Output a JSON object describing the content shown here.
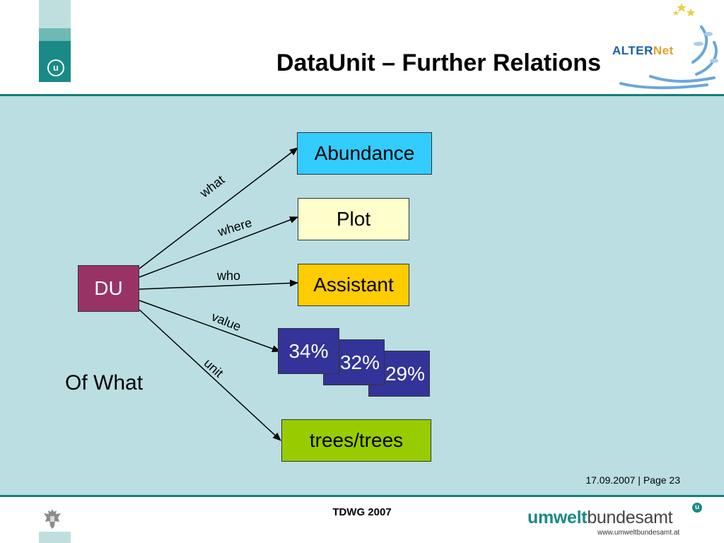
{
  "header": {
    "title": "DataUnit – Further Relations",
    "left_logo_letter": "u",
    "right_logo": {
      "prefix": "ALTER",
      "suffix": "Net"
    }
  },
  "diagram": {
    "source": "DU",
    "targets": {
      "abundance": "Abundance",
      "plot": "Plot",
      "assistant": "Assistant",
      "trees": "trees/trees",
      "values": [
        "34%",
        "32%",
        "29%"
      ]
    },
    "edges": {
      "what": "what",
      "where": "where",
      "who": "who",
      "value": "value",
      "unit": "unit"
    },
    "note": "Of What",
    "colors": {
      "du": "#993366",
      "abundance": "#33ccff",
      "plot": "#ffffcc",
      "assistant": "#ffcc00",
      "trees": "#99cc00",
      "values": "#333399",
      "background": "#badee2"
    }
  },
  "footer": {
    "date_page": "17.09.2007 | Page 23",
    "center": "TDWG 2007",
    "brand_bold": "umwelt",
    "brand_rest": "bundesamt",
    "brand_mark": "u",
    "brand_url": "www.umweltbundesamt.at"
  }
}
